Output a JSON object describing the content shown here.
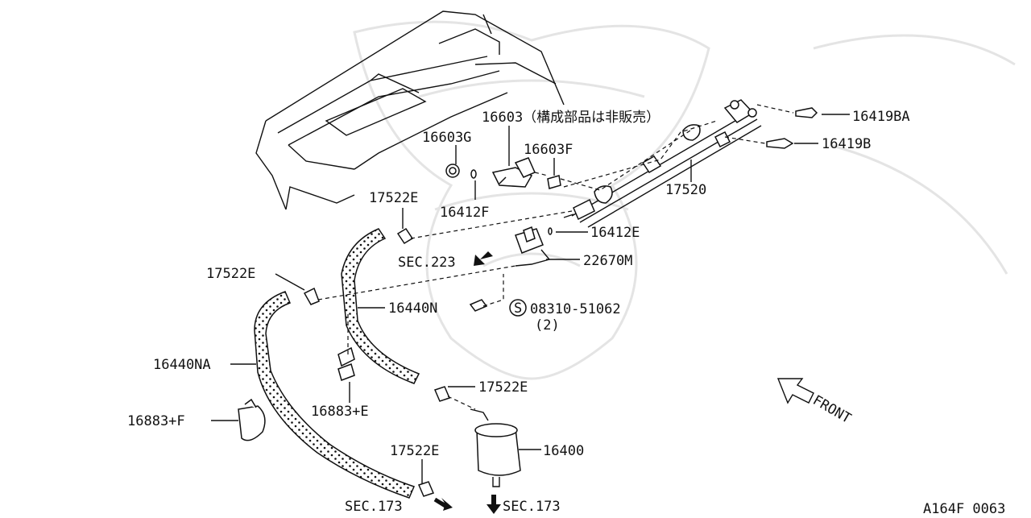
{
  "diagram": {
    "callouts": {
      "p16419BA": "16419BA",
      "p16419B": "16419B",
      "p16603": "16603（構成部品は非販売）",
      "p16603G": "16603G",
      "p16603F": "16603F",
      "p17520": "17520",
      "p17522E_top": "17522E",
      "p16412F": "16412F",
      "p16412E": "16412E",
      "p22670M": "22670M",
      "sec223": "SEC.223",
      "p17522E_left": "17522E",
      "p16440N": "16440N",
      "p08310": "08310-51062",
      "p08310_qty": "(2)",
      "s_mark": "S",
      "p16440NA": "16440NA",
      "p16883E": "16883+E",
      "p16883F": "16883+F",
      "p17522E_mid": "17522E",
      "p16400": "16400",
      "p17522E_bot": "17522E",
      "sec173_left": "SEC.173",
      "sec173_right": "SEC.173",
      "front": "FRONT",
      "code": "A164F 0063"
    }
  }
}
